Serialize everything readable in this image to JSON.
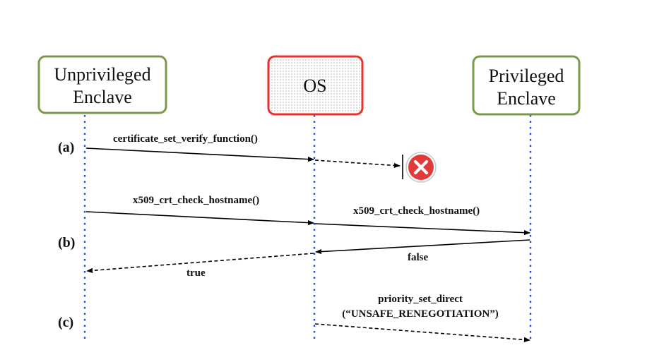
{
  "participants": {
    "unprivileged": {
      "line1": "Unprivileged",
      "line2": "Enclave"
    },
    "os": {
      "label": "OS"
    },
    "privileged": {
      "line1": "Privileged",
      "line2": "Enclave"
    }
  },
  "steps": {
    "a": "(a)",
    "b": "(b)",
    "c": "(c)"
  },
  "messages": {
    "a_call": "certificate_set_verify_function()",
    "b_call_1": "x509_crt_check_hostname()",
    "b_call_2": "x509_crt_check_hostname()",
    "b_return_false": "false",
    "b_return_true": "true",
    "c_call_line1": "priority_set_direct",
    "c_call_line2": "(“UNSAFE_RENEGOTIATION”)"
  },
  "colors": {
    "enclave_border": "#7a9a4a",
    "os_border": "#e8322a",
    "lifeline": "#2244dd",
    "blocked_icon": "#e03a3a"
  },
  "icons": {
    "blocked": "x-circle-icon"
  }
}
